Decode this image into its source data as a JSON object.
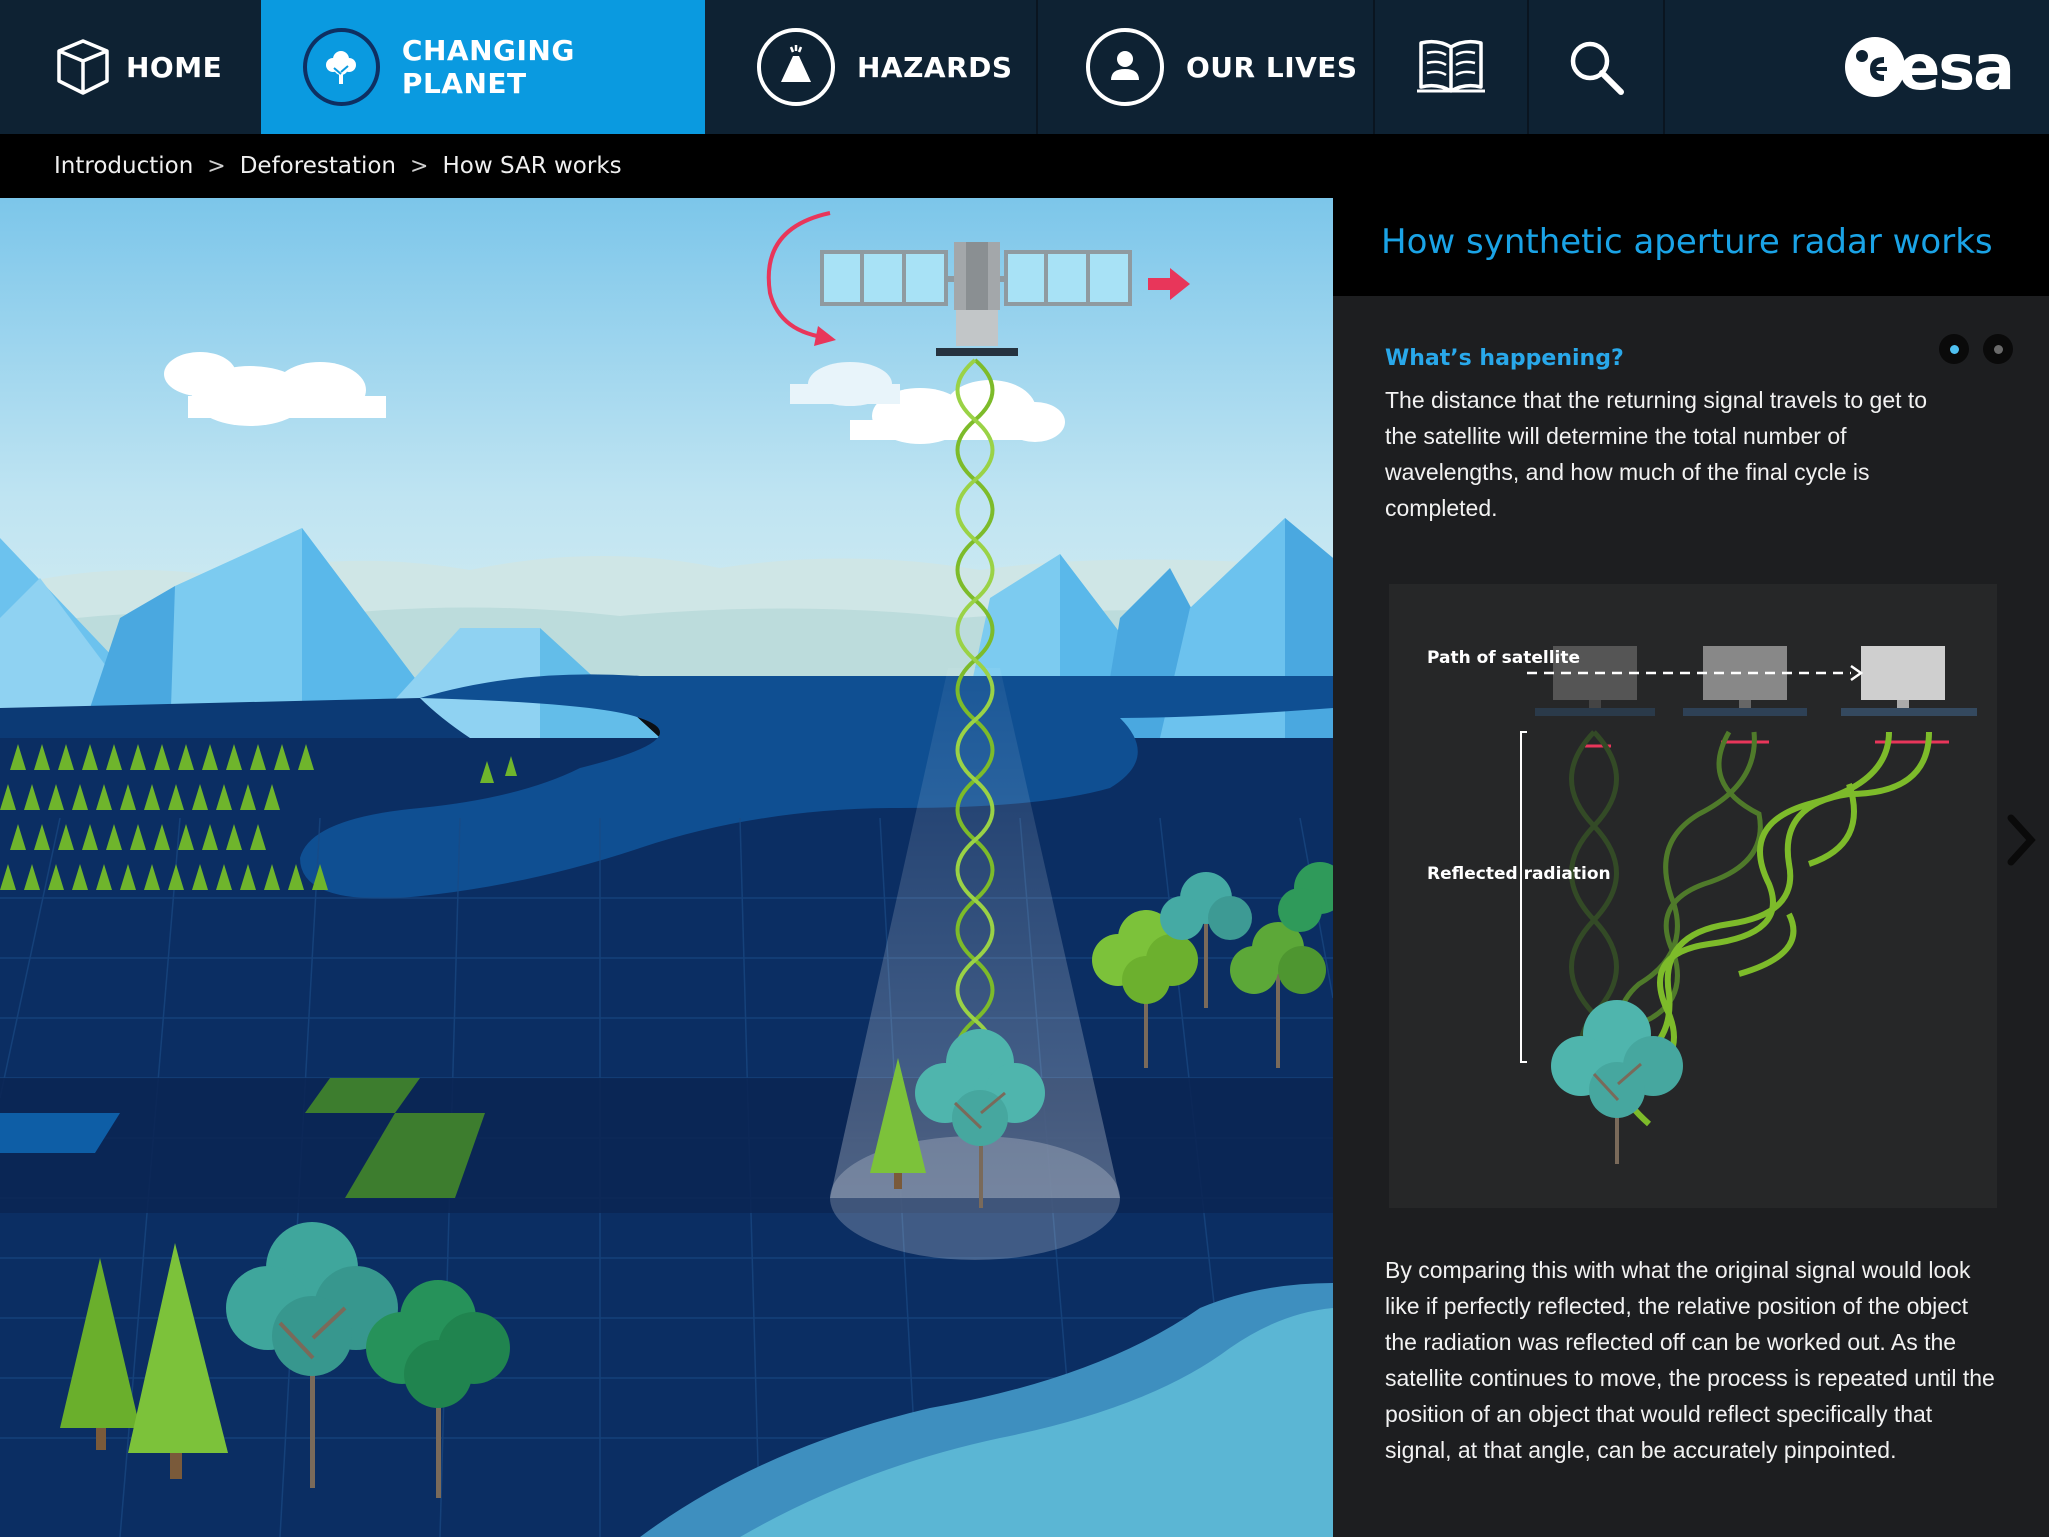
{
  "nav": {
    "home": "HOME",
    "changing_planet": "CHANGING PLANET",
    "hazards": "HAZARDS",
    "our_lives": "OUR LIVES",
    "logo": "esa"
  },
  "breadcrumb": [
    "Introduction",
    "Deforestation",
    "How SAR works"
  ],
  "panel": {
    "title": "How synthetic aperture radar works",
    "section_label": "What’s happening?",
    "para1": "The distance that the returning signal travels to get to the satellite will determine the total number of wavelengths, and how much of the final cycle is completed.",
    "diagram_path_label": "Path of satellite",
    "diagram_reflected_label": "Reflected radiation",
    "para2": "By comparing this with what the original signal would look like if perfectly reflected, the relative position of the object the radiation was reflected off can be worked out. As the satellite continues to move, the process is repeated until the position of an object that would reflect specifically that signal, at that angle, can be accurately pinpointed."
  },
  "pager": {
    "total": 2,
    "active": 1
  },
  "colors": {
    "nav_bg": "#0e2233",
    "nav_active": "#0a9ae0",
    "title_blue": "#1aa3e6",
    "wave_green": "#7dbb2a",
    "arrow_red": "#e8365a"
  },
  "icons": [
    "cube-icon",
    "tree-icon",
    "volcano-icon",
    "person-icon",
    "book-icon",
    "search-icon",
    "chevron-right-icon"
  ]
}
